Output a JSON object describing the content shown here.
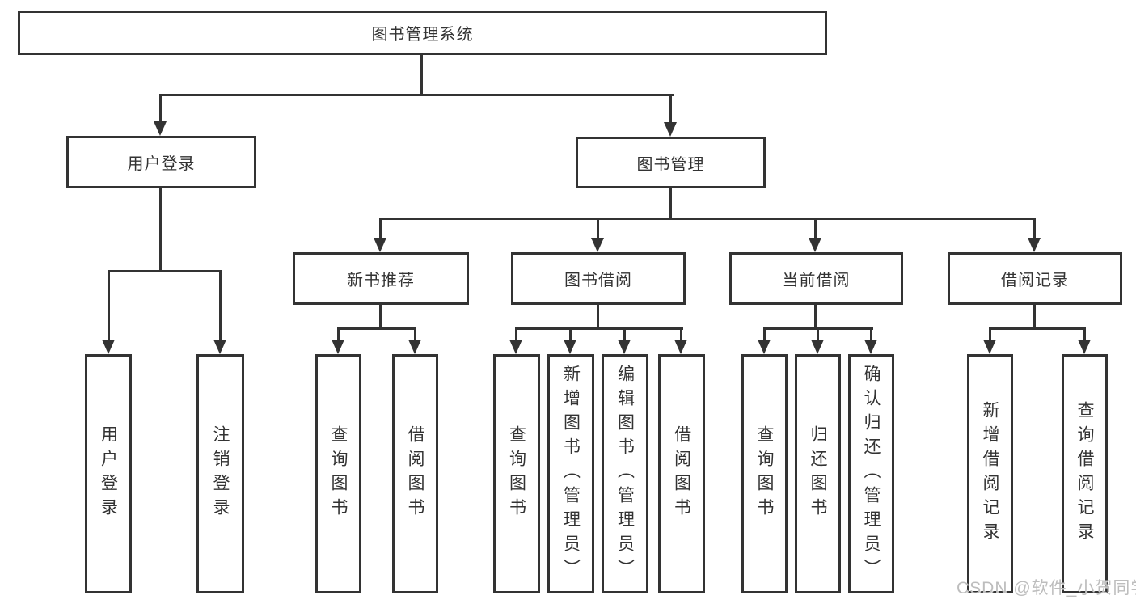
{
  "colors": {
    "line": "#333333",
    "text": "#333333",
    "box_background": "#ffffff",
    "watermark": "#bdbdbd"
  },
  "tree": {
    "root": "图书管理系统",
    "branches": [
      {
        "label": "用户登录",
        "children": [
          "用户登录",
          "注销登录"
        ]
      },
      {
        "label": "图书管理",
        "children": [
          {
            "label": "新书推荐",
            "children": [
              "查询图书",
              "借阅图书"
            ]
          },
          {
            "label": "图书借阅",
            "children": [
              "查询图书",
              "新增图书（管理员）",
              "编辑图书（管理员）",
              "借阅图书"
            ]
          },
          {
            "label": "当前借阅",
            "children": [
              "查询图书",
              "归还图书",
              "确认归还（管理员）"
            ]
          },
          {
            "label": "借阅记录",
            "children": [
              "新增借阅记录",
              "查询借阅记录"
            ]
          }
        ]
      }
    ]
  },
  "watermark": {
    "text": "CSDN @软件_小贺同学"
  }
}
